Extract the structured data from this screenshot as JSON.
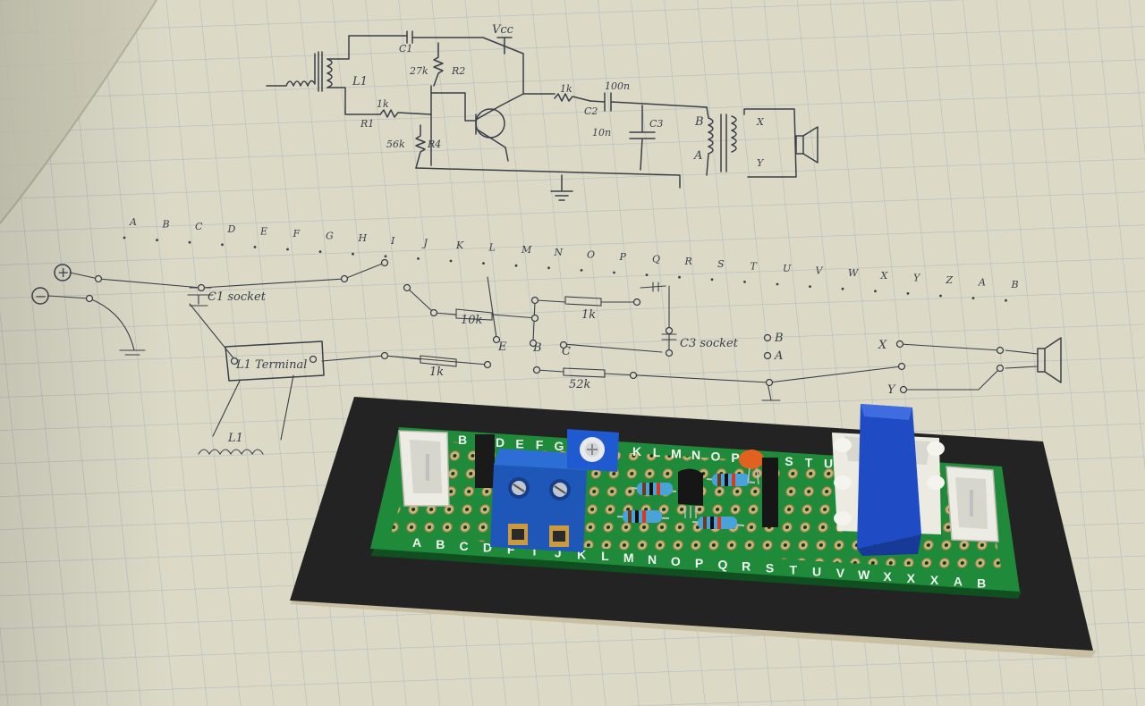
{
  "photo": {
    "subject": "Hand-drawn schematic and board layout on grid paper with assembled perfboard",
    "schematic_labels": {
      "vcc": "Vcc",
      "c1": "C1",
      "l1": "L1",
      "r1_value": "1k",
      "r1": "R1",
      "r2_value": "27k",
      "r2": "R2",
      "r4_value": "56k",
      "r4": "R4",
      "r3_value": "1k",
      "c2_value": "100n",
      "c2": "C2",
      "c3_value": "10n",
      "c3": "C3",
      "tap_b": "B",
      "tap_a": "A",
      "tap_x": "X",
      "tap_y": "Y"
    },
    "layout_columns": [
      "A",
      "B",
      "C",
      "D",
      "E",
      "F",
      "G",
      "H",
      "I",
      "J",
      "K",
      "L",
      "M",
      "N",
      "O",
      "P",
      "Q",
      "R",
      "S",
      "T",
      "U",
      "V",
      "W",
      "X",
      "Y",
      "Z",
      "A",
      "B"
    ],
    "layout_labels": {
      "plus": "+",
      "minus": "−",
      "c1_socket": "C1 socket",
      "l1_terminal": "L1 Terminal",
      "l1_coil": "L1",
      "r_10k": "10k",
      "r_1k_top": "1k",
      "r_1k_bottom": "1k",
      "r_52k": "52k",
      "c3_socket": "C3 socket",
      "e": "E",
      "b": "B",
      "c": "C",
      "tap_b": "B",
      "tap_a": "A",
      "x": "X",
      "y": "Y"
    },
    "board_top_labels": [
      "B",
      "D",
      "E",
      "F",
      "G",
      "K",
      "L",
      "M",
      "N",
      "O",
      "P",
      "S",
      "T",
      "U"
    ],
    "board_bottom_labels": [
      "A",
      "B",
      "C",
      "D",
      "F",
      "I",
      "J",
      "K",
      "L",
      "M",
      "N",
      "O",
      "P",
      "Q",
      "R",
      "S",
      "T",
      "U",
      "V",
      "W",
      "X",
      "X",
      "X",
      "A",
      "B"
    ],
    "colors": {
      "paper": "#dcdac7",
      "grid": "#b7c0bf",
      "pcb": "#1f8a3a",
      "terminal_block": "#1f57b8",
      "transformer": "#1f4bc4",
      "card": "#232323"
    }
  }
}
